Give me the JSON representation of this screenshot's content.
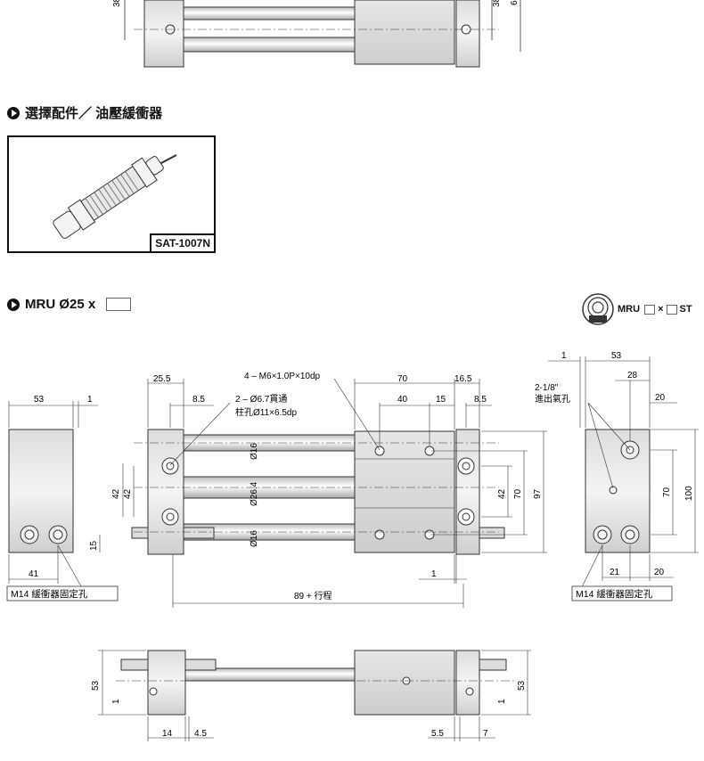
{
  "dims_top": {
    "left": "38",
    "right_a": "38",
    "right_b": "6"
  },
  "accessory": {
    "heading": "選擇配件／ 油壓緩衝器",
    "code": "SAT-1007N"
  },
  "model": {
    "heading": "MRU Ø25 x",
    "badge_code": "MRU",
    "badge_x": "×",
    "badge_st": "ST"
  },
  "side_view_left": {
    "dim_53": "53",
    "dim_1": "1",
    "dim_42": "42",
    "dim_15": "15",
    "dim_41": "41",
    "label_hole": "M14 緩衝器固定孔"
  },
  "main_view": {
    "callout_mount": "4 – M6×1.0P×10dp",
    "callout_thru": "2 – Ø6.7貫通",
    "callout_cbore": "柱孔Ø11×6.5dp",
    "dim_25_5": "25.5",
    "dim_8_5a": "8.5",
    "dim_70": "70",
    "dim_16_5": "16.5",
    "dim_40": "40",
    "dim_15": "15",
    "dim_8_5b": "8.5",
    "rod_16a": "Ø16",
    "rod_26_4": "Ø26.4",
    "rod_16b": "Ø16",
    "dim_42": "42",
    "dim_70v": "70",
    "dim_97": "97",
    "dim_1": "1",
    "dim_stroke": "89 + 行程"
  },
  "side_view_right": {
    "dim_1": "1",
    "dim_53": "53",
    "dim_28": "28",
    "dim_20a": "20",
    "port_label_a": "2-1/8\"",
    "port_label_b": "進出氣孔",
    "dim_70": "70",
    "dim_100": "100",
    "dim_21": "21",
    "dim_20b": "20",
    "label_hole": "M14 緩衝器固定孔"
  },
  "bottom_view": {
    "dim_53a": "53",
    "dim_1a": "1",
    "dim_14": "14",
    "dim_4_5": "4.5",
    "dim_5_5": "5.5",
    "dim_7": "7",
    "dim_1b": "1",
    "dim_53b": "53"
  }
}
